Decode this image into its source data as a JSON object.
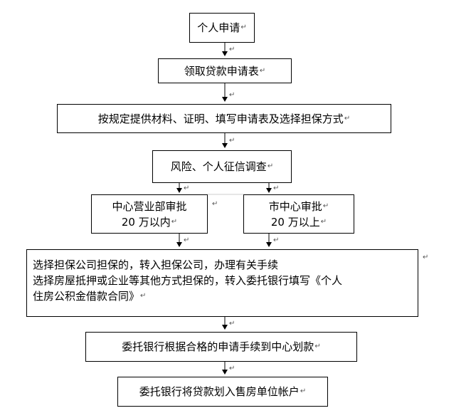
{
  "flow": {
    "step1": "个人申请",
    "step2": "领取贷款申请表",
    "step3": "按规定提供材料、证明、填写申请表及选择担保方式",
    "step4": "风险、个人征信调查",
    "branch_left": {
      "line1": "中心营业部审批",
      "line2": "20 万以内"
    },
    "branch_right": {
      "line1": "市中心审批",
      "line2": "20 万以上"
    },
    "step6": {
      "line1": "选择担保公司担保的，转入担保公司，办理有关手续",
      "line2": "选择房屋抵押或企业等其他方式担保的，转入委托银行填写《个人",
      "line3": "住房公积金借款合同》"
    },
    "step7": "委托银行根据合格的申请手续到中心划款",
    "step8": "委托银行将贷款划入售房单位帐户"
  },
  "marks": {
    "return": "↵",
    "down": "↓"
  }
}
